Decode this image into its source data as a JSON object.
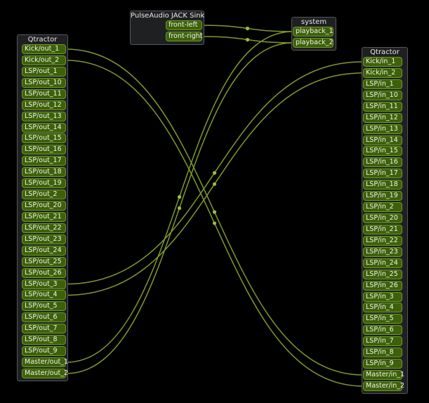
{
  "colors": {
    "background": "#000000",
    "wire": "#7f9a2e",
    "port_fill": "#3d6108",
    "port_border": "#6f9a28",
    "box_bg": "#1e2022"
  },
  "pulse": {
    "title": "PulseAudio JACK Sink",
    "ports": [
      "front-left",
      "front-right"
    ]
  },
  "system": {
    "title": "system",
    "ports": [
      "playback_1",
      "playback_2"
    ]
  },
  "qtractor_out": {
    "title": "Qtractor",
    "ports": [
      "Kick/out_1",
      "Kick/out_2",
      "LSP/out_1",
      "LSP/out_10",
      "LSP/out_11",
      "LSP/out_12",
      "LSP/out_13",
      "LSP/out_14",
      "LSP/out_15",
      "LSP/out_16",
      "LSP/out_17",
      "LSP/out_18",
      "LSP/out_19",
      "LSP/out_2",
      "LSP/out_20",
      "LSP/out_21",
      "LSP/out_22",
      "LSP/out_23",
      "LSP/out_24",
      "LSP/out_25",
      "LSP/out_26",
      "LSP/out_3",
      "LSP/out_4",
      "LSP/out_5",
      "LSP/out_6",
      "LSP/out_7",
      "LSP/out_8",
      "LSP/out_9",
      "Master/out_1",
      "Master/out_2"
    ]
  },
  "qtractor_in": {
    "title": "Qtractor",
    "ports": [
      "Kick/in_1",
      "Kick/in_2",
      "LSP/in_1",
      "LSP/in_10",
      "LSP/in_11",
      "LSP/in_12",
      "LSP/in_13",
      "LSP/in_14",
      "LSP/in_15",
      "LSP/in_16",
      "LSP/in_17",
      "LSP/in_18",
      "LSP/in_19",
      "LSP/in_2",
      "LSP/in_20",
      "LSP/in_21",
      "LSP/in_22",
      "LSP/in_23",
      "LSP/in_24",
      "LSP/in_25",
      "LSP/in_26",
      "LSP/in_3",
      "LSP/in_4",
      "LSP/in_5",
      "LSP/in_6",
      "LSP/in_7",
      "LSP/in_8",
      "LSP/in_9",
      "Master/in_1",
      "Master/in_2"
    ]
  },
  "connections": [
    {
      "from": "pulse:front-left",
      "to": "system:playback_1"
    },
    {
      "from": "pulse:front-right",
      "to": "system:playback_2"
    },
    {
      "from": "qtractor_out:Kick/out_1",
      "to": "qtractor_in:Master/in_1"
    },
    {
      "from": "qtractor_out:Kick/out_2",
      "to": "qtractor_in:Master/in_2"
    },
    {
      "from": "qtractor_out:LSP/out_3",
      "to": "qtractor_in:Kick/in_1"
    },
    {
      "from": "qtractor_out:LSP/out_4",
      "to": "qtractor_in:Kick/in_2"
    },
    {
      "from": "qtractor_out:Master/out_1",
      "to": "system:playback_1"
    },
    {
      "from": "qtractor_out:Master/out_2",
      "to": "system:playback_2"
    }
  ]
}
